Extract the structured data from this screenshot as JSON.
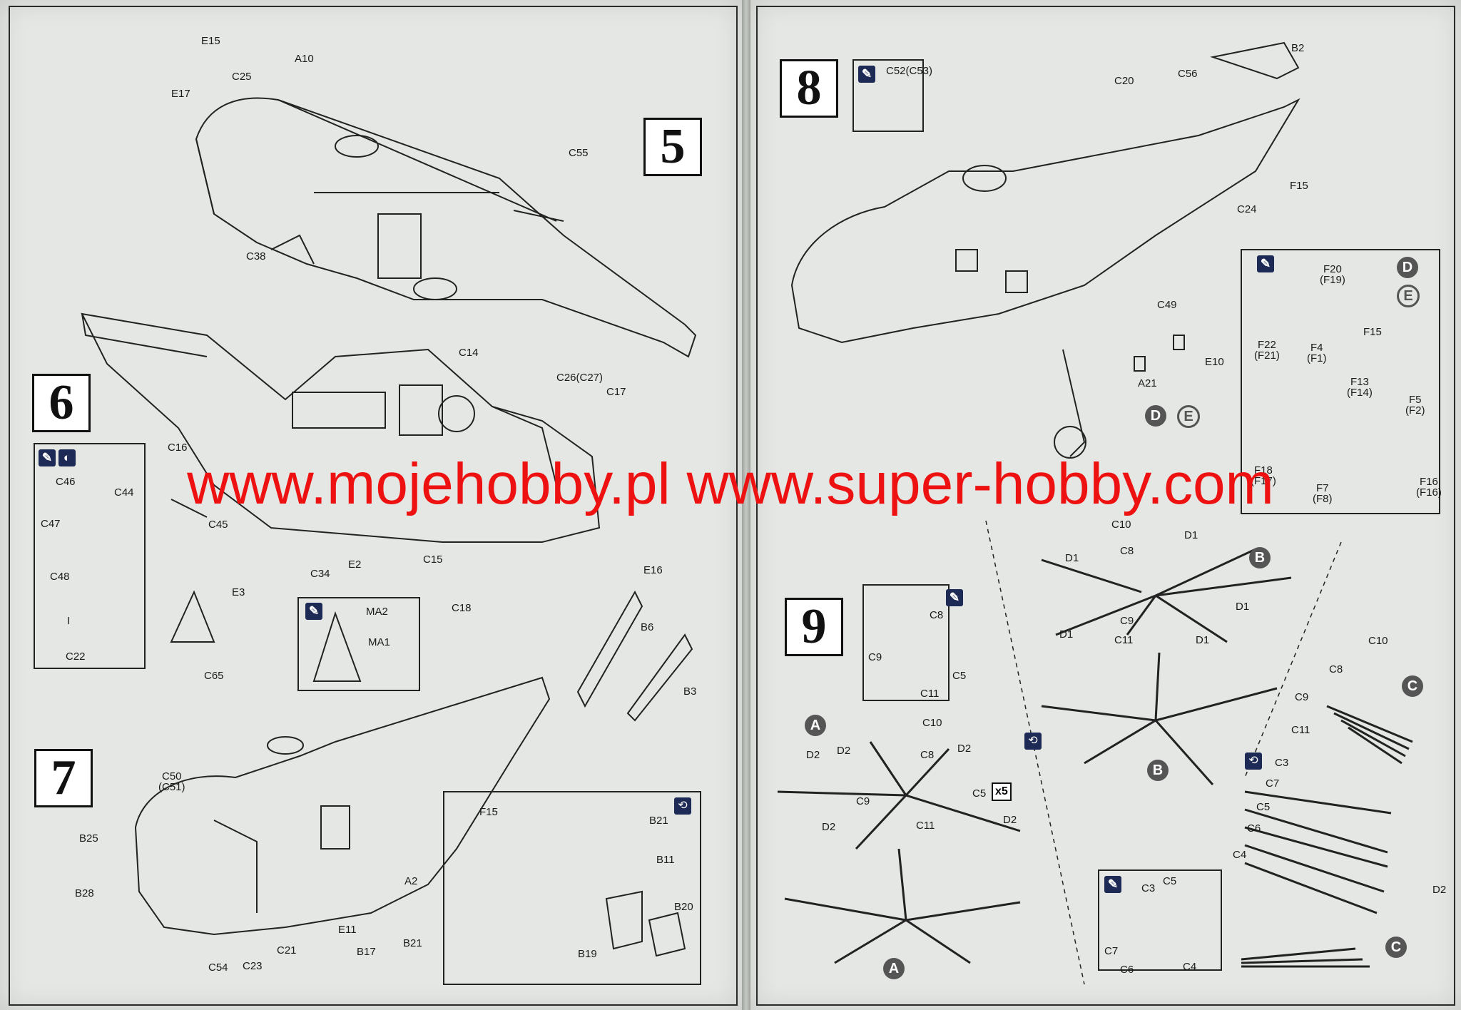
{
  "watermark": "www.mojehobby.pl www.super-hobby.com",
  "steps": {
    "s5": "5",
    "s6": "6",
    "s7": "7",
    "s8": "8",
    "s9": "9"
  },
  "labels": {
    "E15": "E15",
    "A10": "A10",
    "C25": "C25",
    "E17": "E17",
    "C55": "C55",
    "C38": "C38",
    "C14": "C14",
    "C26C27": "C26(C27)",
    "C17": "C17",
    "C16": "C16",
    "C46": "C46",
    "C44": "C44",
    "C47": "C47",
    "C45": "C45",
    "C48": "C48",
    "I": "I",
    "C22": "C22",
    "E3": "E3",
    "C34": "C34",
    "E2": "E2",
    "C15": "C15",
    "C18": "C18",
    "MA2": "MA2",
    "MA1": "MA1",
    "E16": "E16",
    "B6": "B6",
    "B3": "B3",
    "C65": "C65",
    "C50C51": "C50\n(C51)",
    "F15a": "F15",
    "B21a": "B21",
    "B25": "B25",
    "A2": "A2",
    "B11": "B11",
    "B28": "B28",
    "B20": "B20",
    "E11": "E11",
    "B21b": "B21",
    "B19": "B19",
    "C21": "C21",
    "B17": "B17",
    "C54": "C54",
    "C23": "C23",
    "C52C53": "C52(C53)",
    "B2": "B2",
    "C20": "C20",
    "C56": "C56",
    "F15b": "F15",
    "C24": "C24",
    "C49": "C49",
    "E10": "E10",
    "A21": "A21",
    "F20F19": "F20\n(F19)",
    "F15c": "F15",
    "F22F21": "F22\n(F21)",
    "F4F1": "F4\n(F1)",
    "F13F14": "F13\n(F14)",
    "F5F2": "F5\n(F2)",
    "F18F17": "F18\n(F17)",
    "F7F8": "F7\n(F8)",
    "F16": "F16\n(F16)",
    "C10a": "C10",
    "C8a": "C8",
    "D1a": "D1",
    "D1b": "D1",
    "D1c": "D1",
    "D1d": "D1",
    "D1e": "D1",
    "C9a": "C9",
    "C11a": "C11",
    "C8b": "C8",
    "C9b": "C9",
    "C5a": "C5",
    "C11b": "C11",
    "C10b": "C10",
    "D2a": "D2",
    "D2b": "D2",
    "C8c": "C8",
    "D2c": "D2",
    "C9c": "C9",
    "C5b": "C5",
    "D2d": "D2",
    "C11c": "C11",
    "D2e": "D2",
    "C10c": "C10",
    "C8d": "C8",
    "C9d": "C9",
    "C11d": "C11",
    "C3a": "C3",
    "C7a": "C7",
    "C5c": "C5",
    "C6a": "C6",
    "C4a": "C4",
    "D2f": "D2",
    "C3b": "C3",
    "C5d": "C5",
    "C7b": "C7",
    "C6b": "C6",
    "C4b": "C4"
  },
  "markers": {
    "A": "A",
    "B": "B",
    "C": "C",
    "D": "D",
    "E": "E",
    "x5": "x5"
  },
  "colors": {
    "paper": "#e4e7e3",
    "ink": "#1a1a1a",
    "watermark": "#ee1111",
    "icon": "#1c2a55"
  }
}
